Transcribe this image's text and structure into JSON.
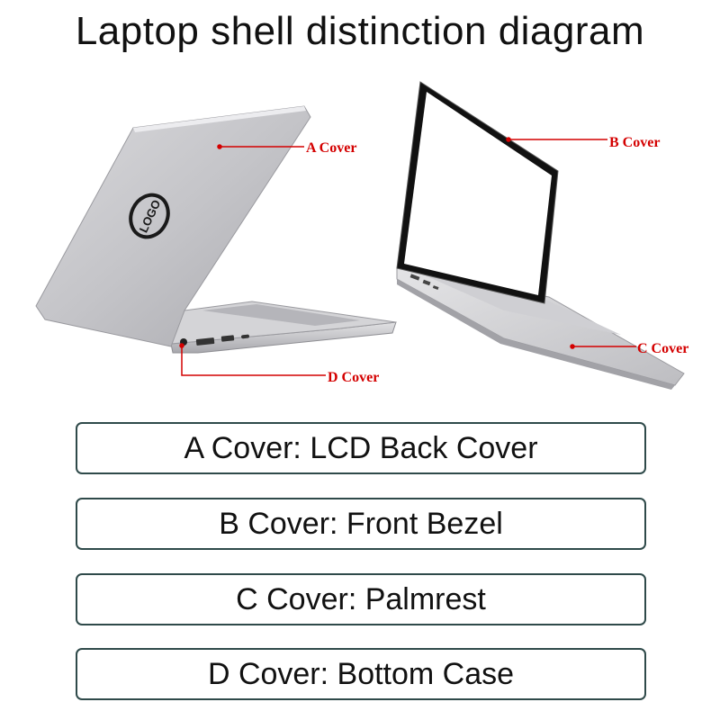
{
  "title": "Laptop shell distinction diagram",
  "callouts": {
    "a": "A Cover",
    "b": "B Cover",
    "c": "C Cover",
    "d": "D Cover"
  },
  "logo_text": "LOGO",
  "legend": [
    {
      "text": "A Cover: LCD Back Cover"
    },
    {
      "text": "B Cover: Front Bezel"
    },
    {
      "text": "C Cover: Palmrest"
    },
    {
      "text": "D Cover: Bottom Case"
    }
  ],
  "colors": {
    "callout_red": "#d40000",
    "box_border": "#2f4a4a",
    "laptop_silver": "#c9c9cc"
  }
}
